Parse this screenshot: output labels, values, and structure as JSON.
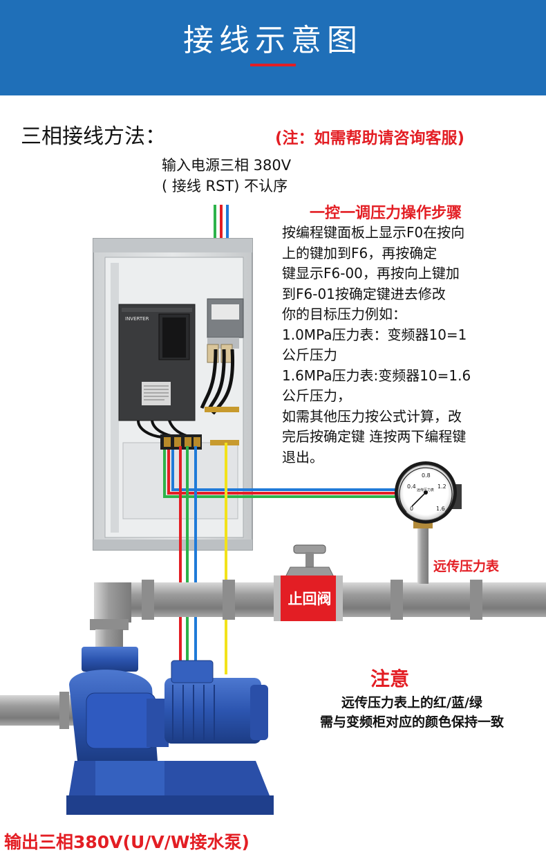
{
  "header": {
    "title": "接线示意图"
  },
  "section_title": "三相接线方法：",
  "note": "(注：如需帮助请咨询客服)",
  "power_input": {
    "line1": "输入电源三相 380V",
    "line2": "( 接线 RST) 不认序"
  },
  "steps": {
    "title": "一控一调压力操作步骤",
    "lines": [
      "按编程键面板上显示F0在按向",
      "上的键加到F6，再按确定",
      "键显示F6-00，再按向上键加",
      "到F6-01按确定键进去修改",
      "你的目标压力例如：",
      "1.0MPa压力表：变频器10=1",
      "公斤压力",
      "1.6MPa压力表:变频器10=1.6",
      "公斤压力，",
      "如需其他压力按公式计算，改",
      "完后按确定键 连按两下编程键",
      "退出。"
    ]
  },
  "inverter_brand": "INVERTER",
  "gauge": {
    "label": "远传压力表",
    "face_text": "远传压力表",
    "ticks": [
      "0",
      "0.4",
      "0.8",
      "1.2",
      "1.6"
    ]
  },
  "valve_label": "止回阀",
  "attention": {
    "title": "注意",
    "line1": "远传压力表上的红/蓝/绿",
    "line2": "需与变频柜对应的颜色保持一致"
  },
  "output_label": "输出三相380V(U/V/W接水泵)",
  "colors": {
    "header_bg": "#1f6fb8",
    "accent_red": "#e31e24",
    "wire_green": "#2db34a",
    "wire_red": "#e31e24",
    "wire_blue": "#1f7ad8",
    "wire_yellow": "#f2e21a",
    "pump_blue": "#2c55b0"
  }
}
